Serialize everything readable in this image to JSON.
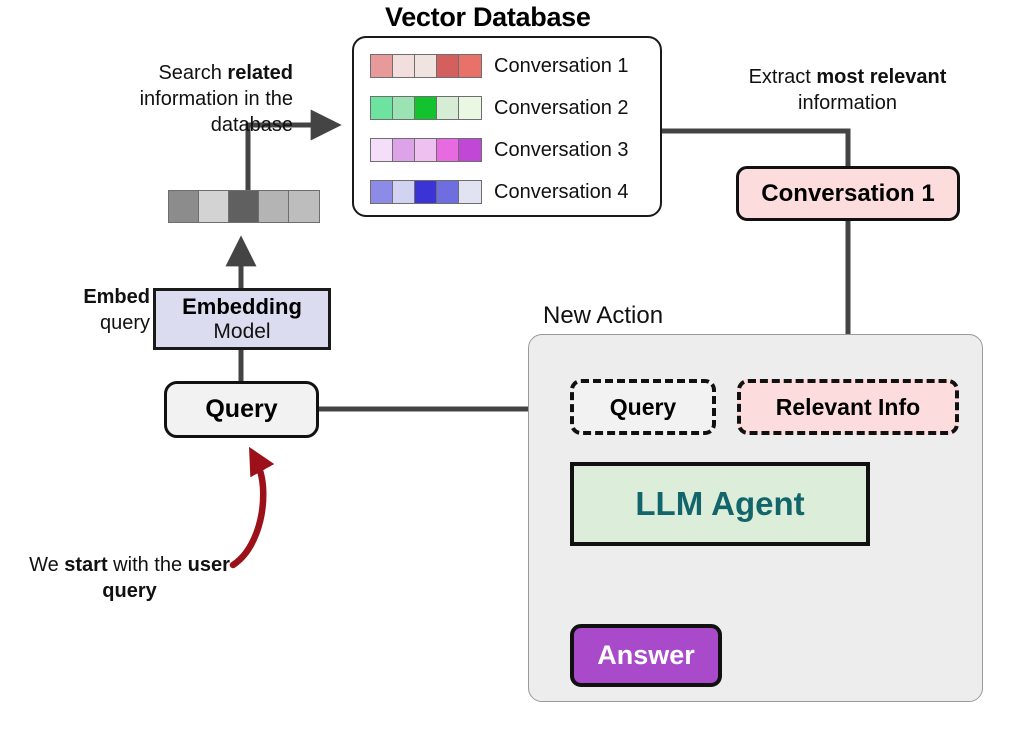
{
  "diagram": {
    "title": "Vector Database",
    "captions": {
      "search": "Search related information in the database",
      "search_parts": [
        "Search ",
        "related",
        " information in the database"
      ],
      "extract": "Extract most relevant information",
      "embed": "Embed query",
      "start": "We start with the user query",
      "new_action": "New Action"
    }
  },
  "vector_database": {
    "title": "Vector Database",
    "rows": [
      {
        "label": "Conversation 1",
        "colors": [
          "#e89a9a",
          "#f3dede",
          "#f0e4e1",
          "#d45f5f",
          "#e8726a"
        ]
      },
      {
        "label": "Conversation 2",
        "colors": [
          "#6ee3a0",
          "#9ce3b4",
          "#12c22e",
          "#d7ecd5",
          "#e9f7e3"
        ]
      },
      {
        "label": "Conversation 3",
        "colors": [
          "#f5defa",
          "#dda3e8",
          "#eec0f0",
          "#e86ae0",
          "#c148d6"
        ]
      },
      {
        "label": "Conversation 4",
        "colors": [
          "#8c8ce8",
          "#d2d2f2",
          "#3a33d6",
          "#6e6ee0",
          "#e2e2f5"
        ]
      }
    ]
  },
  "query_vector": {
    "name": "query-embedding-vector",
    "colors": [
      "#8c8c8c",
      "#d3d3d3",
      "#606060",
      "#b4b4b4",
      "#bdbdbd"
    ]
  },
  "nodes": {
    "embedding_model": {
      "line1": "Embedding",
      "line2": "Model",
      "fill": "#dcdcf0"
    },
    "query": {
      "label": "Query",
      "fill": "#f2f2f2"
    },
    "conversation_1": {
      "label": "Conversation 1",
      "fill": "#fcdcdc"
    },
    "new_action_query": {
      "label": "Query",
      "fill": "#f2f2f2"
    },
    "relevant_info": {
      "label": "Relevant Info",
      "fill": "#fcdcdc"
    },
    "llm_agent": {
      "label": "LLM Agent",
      "fill": "#dcedda",
      "text_color": "#12666b"
    },
    "answer": {
      "label": "Answer",
      "fill": "#a84ac9",
      "text_color": "#ffffff"
    }
  },
  "colors": {
    "arrow": "#444444",
    "red_arrow": "#9b1019",
    "outline": "#111111",
    "panel_bg": "#ededed"
  }
}
